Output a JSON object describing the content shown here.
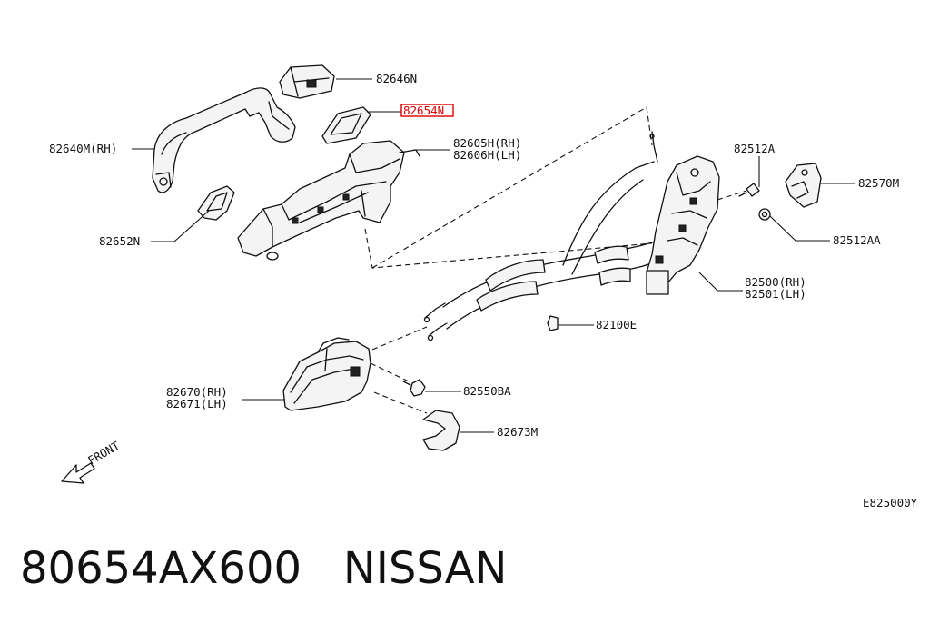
{
  "diagram": {
    "labels": {
      "handle": "82640M(RH)",
      "handle_cover": "82646N",
      "gasket_highlighted": "82654N",
      "bracket_rh": "82605H(RH)",
      "bracket_lh": "82606H(LH)",
      "gasket_front": "82652N",
      "bolt": "82512A",
      "striker": "82570M",
      "bolt2": "82512AA",
      "lock_rh": "82500(RH)",
      "lock_lh": "82501(LH)",
      "clip": "82100E",
      "inside_handle_rh": "82670(RH)",
      "inside_handle_lh": "82671(LH)",
      "screw": "82550BA",
      "escutcheon": "82673M",
      "front": "FRONT",
      "code": "E825000Y"
    },
    "highlight_color": "#e00000"
  },
  "footer": {
    "part_number": "80654AX600",
    "brand": "NISSAN"
  }
}
